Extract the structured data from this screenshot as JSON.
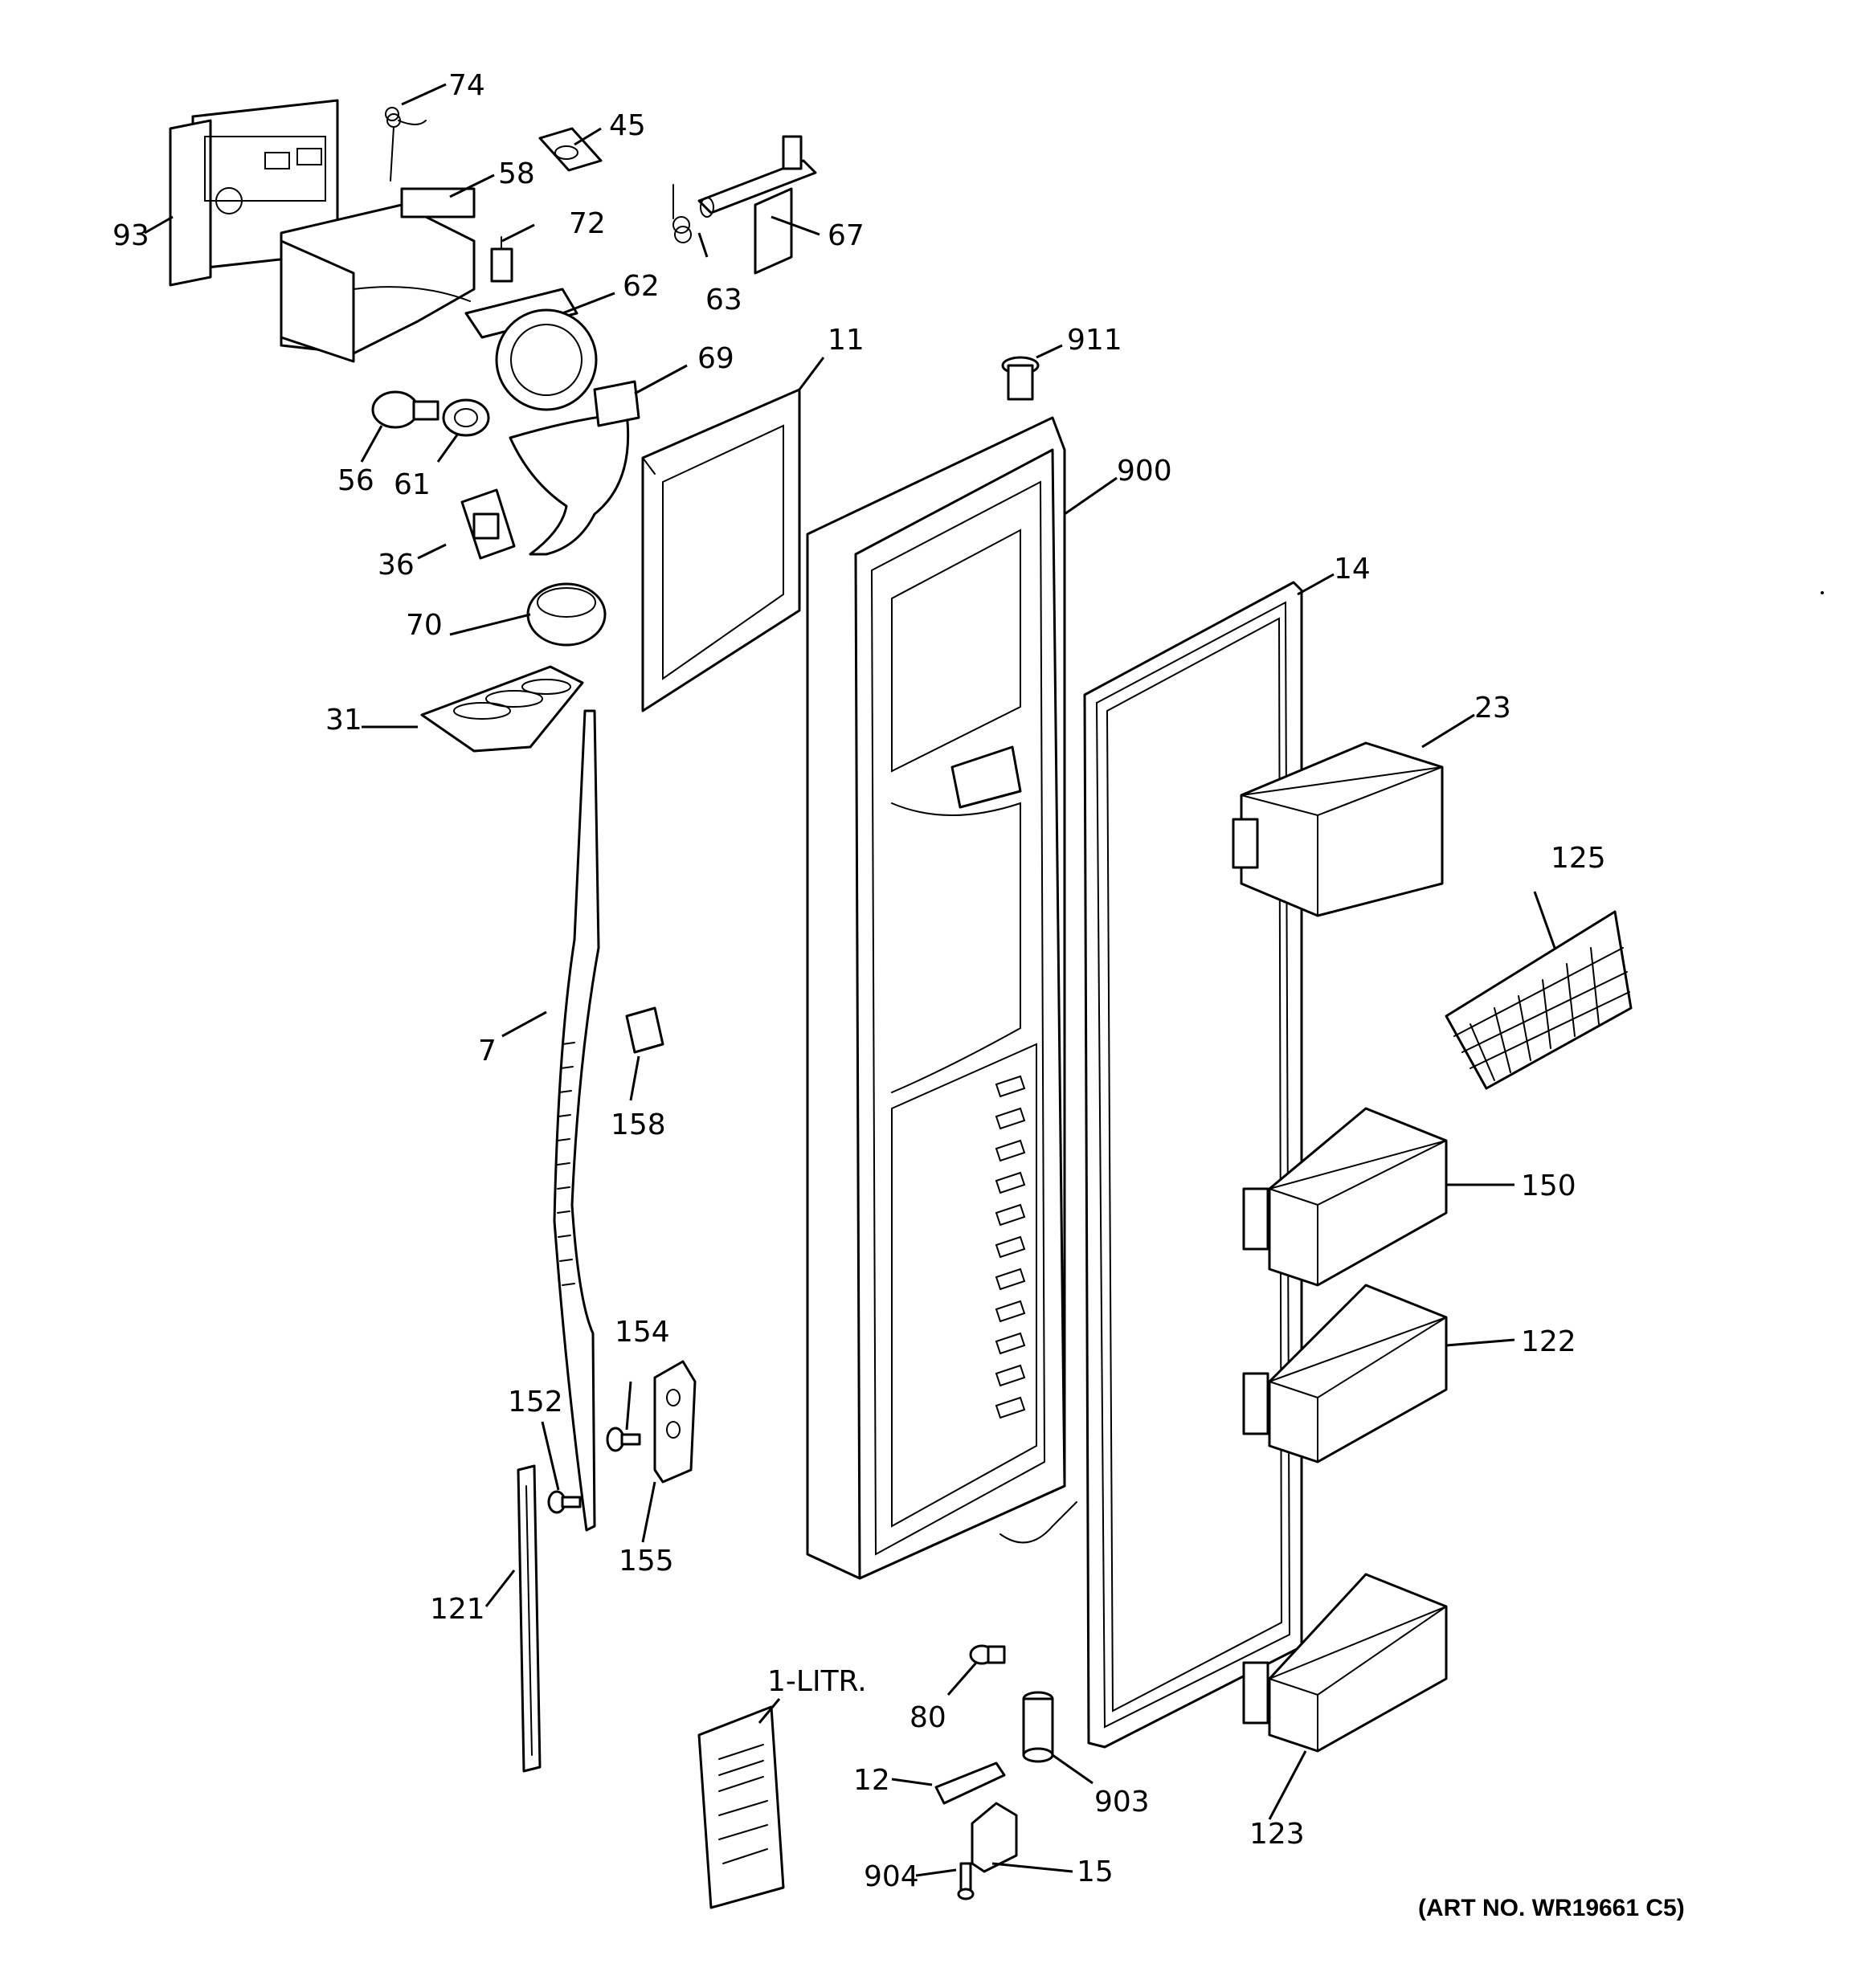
{
  "diagram": {
    "art_number": "(ART NO. WR19661 C5)",
    "callouts": {
      "c74": "74",
      "c45": "45",
      "c58": "58",
      "c93": "93",
      "c72": "72",
      "c67": "67",
      "c63": "63",
      "c62": "62",
      "c911": "911",
      "c11": "11",
      "c69": "69",
      "c56": "56",
      "c61": "61",
      "c900": "900",
      "c36": "36",
      "c14": "14",
      "c70": "70",
      "c23": "23",
      "c31": "31",
      "c125": "125",
      "c7": "7",
      "c158": "158",
      "c150": "150",
      "c122": "122",
      "c154": "154",
      "c152": "152",
      "c155": "155",
      "c121": "121",
      "c1litr": "1-LITR.",
      "c80": "80",
      "c903": "903",
      "c12": "12",
      "c123": "123",
      "c904": "904",
      "c15": "15"
    }
  },
  "colors": {
    "line": "#000000",
    "background": "#ffffff"
  }
}
